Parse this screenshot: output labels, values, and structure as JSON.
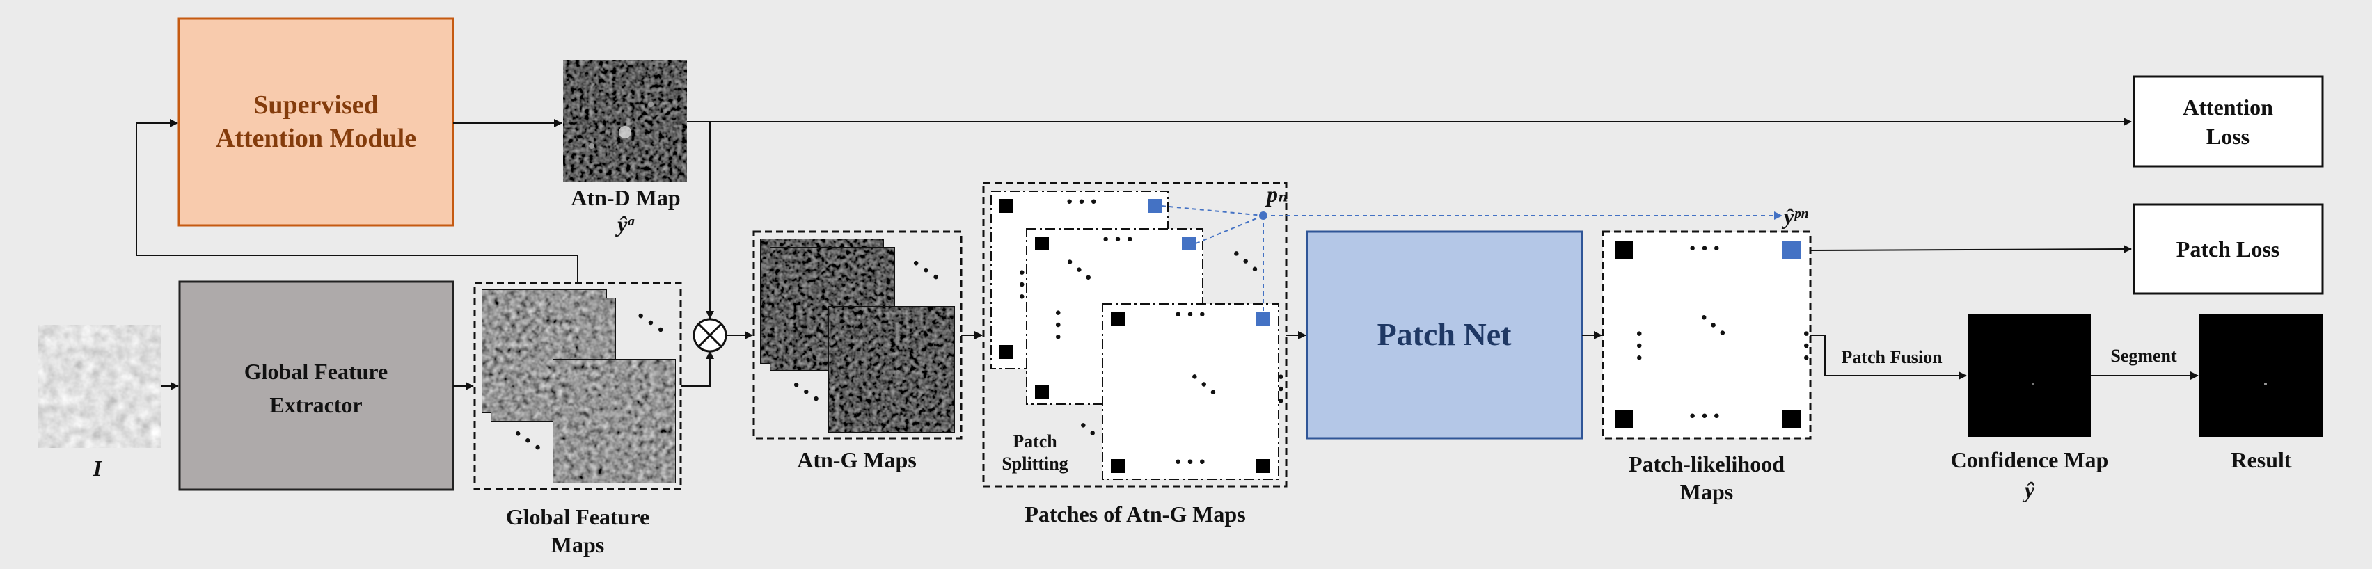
{
  "modules": {
    "supervised_attention": "Supervised Attention Module",
    "global_feature_extractor": "Global Feature Extractor",
    "patch_net": "Patch Net"
  },
  "losses": {
    "attention": "Attention Loss",
    "patch": "Patch Loss"
  },
  "labels": {
    "input": "I",
    "atn_d_map": "Atn-D Map",
    "atn_d_symbol": "ŷᵃ",
    "global_feature_maps": "Global Feature Maps",
    "atn_g_maps": "Atn-G Maps",
    "patches_of_atn_g": "Patches of Atn-G Maps",
    "patch_splitting": "Patch Splitting",
    "pn_symbol": "pₙ",
    "y_pn_symbol": "ŷᵖⁿ",
    "patch_likelihood_maps": "Patch-likelihood Maps",
    "patch_fusion": "Patch Fusion",
    "segment": "Segment",
    "confidence_map": "Confidence Map",
    "confidence_symbol": "ŷ",
    "result": "Result",
    "multiply_symbol": "⊗"
  },
  "colors": {
    "background": "#ebebeb",
    "attention_module_fill": "#f8cbad",
    "attention_module_stroke": "#c55a11",
    "attention_module_text": "#843c0c",
    "extractor_fill": "#aeaaaa",
    "patch_net_fill": "#b4c7e7",
    "patch_net_stroke": "#2f5597",
    "patch_net_text": "#1f3864",
    "highlight_blue": "#4472c4"
  }
}
